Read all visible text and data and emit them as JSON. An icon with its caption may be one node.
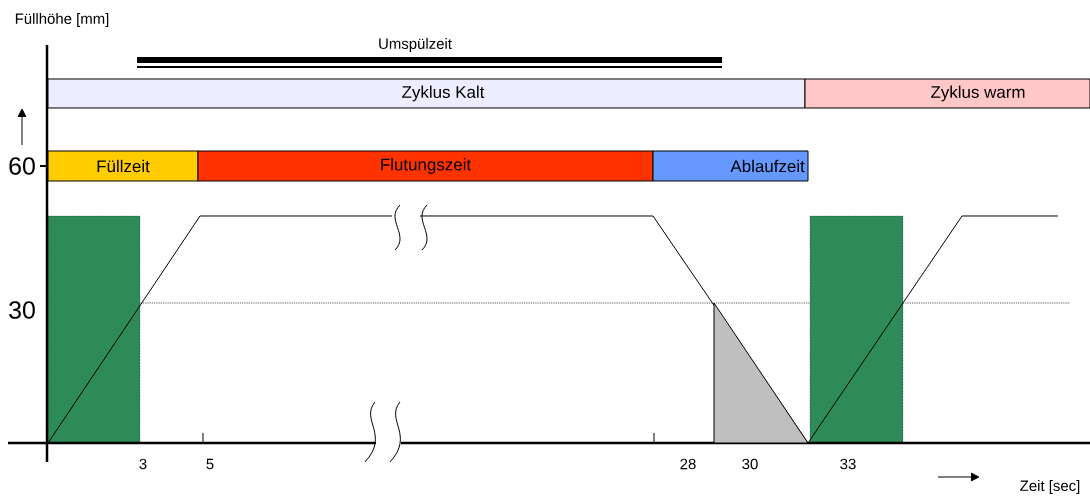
{
  "diagram": {
    "nodes": [
      {
        "text": [
          "Zyklus Kalt"
        ]
      },
      {
        "text": [
          "Zyklus warm"
        ]
      },
      {
        "text": [
          "Füllzeit"
        ]
      },
      {
        "text": [
          "Flutungszeit"
        ]
      },
      {
        "text": [
          "Ablaufzeit"
        ]
      }
    ],
    "labels": [
      "Füllhöhe [mm]",
      "Umspülzeit",
      "60",
      "30",
      "3",
      "5",
      "28",
      "30",
      "33",
      "Zeit [sec]"
    ]
  }
}
